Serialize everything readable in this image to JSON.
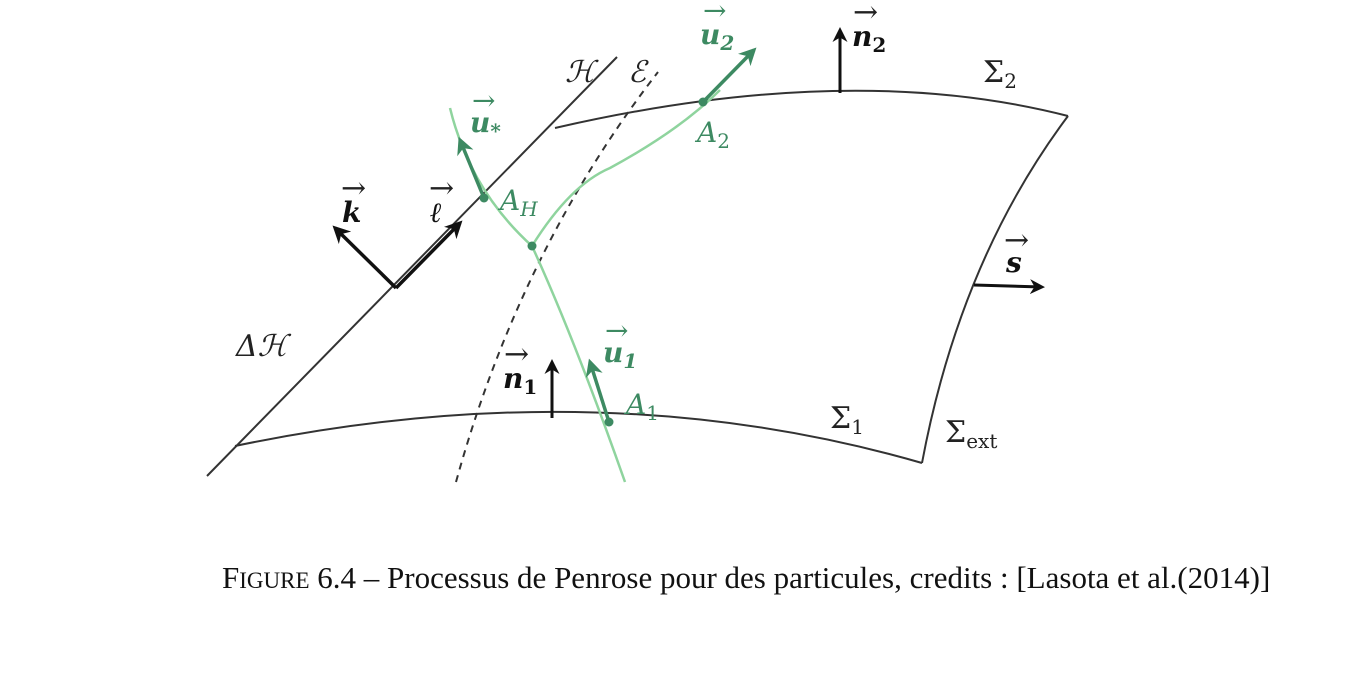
{
  "diagram": {
    "labels": {
      "horizon_H": "ℋ",
      "ergosphere_E": "ℰ",
      "u2": "u",
      "u2_sub": "2",
      "n2": "n",
      "n2_sub": "2",
      "sigma2": "Σ",
      "sigma2_sub": "2",
      "ustar": "u",
      "ustar_sub": "*",
      "A2": "A",
      "A2_sub": "2",
      "k": "k",
      "ell": "ℓ",
      "AH": "A",
      "AH_sub": "H",
      "s": "s",
      "delta_H": "Δℋ",
      "n1": "n",
      "n1_sub": "1",
      "u1": "u",
      "u1_sub": "1",
      "A1": "A",
      "A1_sub": "1",
      "sigma1": "Σ",
      "sigma1_sub": "1",
      "sigma_ext": "Σ",
      "sigma_ext_sub": "ext"
    },
    "colors": {
      "line": "#333333",
      "worldline": "#8fd49e",
      "vector_green": "#3d8a62",
      "vector_black": "#111111"
    }
  },
  "caption": {
    "figure_word_initial": "F",
    "figure_word_rest": "IGURE",
    "number": "6.4",
    "text": "– Processus de Penrose pour des particules, credits : [Lasota et al.(2014)]"
  }
}
